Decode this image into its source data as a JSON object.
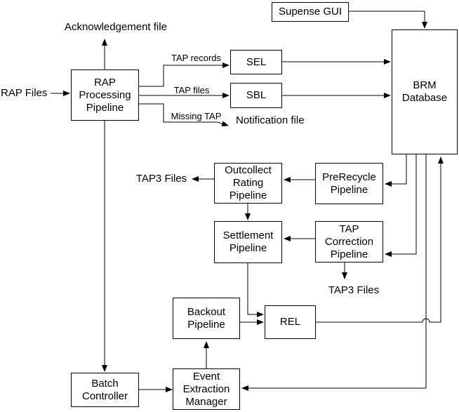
{
  "nodes": {
    "supense_gui": {
      "label": "Supense GUI"
    },
    "rap_processing_pipeline": {
      "label": "RAP\nProcessing\nPipeline"
    },
    "sel": {
      "label": "SEL"
    },
    "sbl": {
      "label": "SBL"
    },
    "brm_database": {
      "label": "BRM\nDatabase"
    },
    "outcollect_rating_pipeline": {
      "label": "Outcollect\nRating\nPipeline"
    },
    "prerecycle_pipeline": {
      "label": "PreRecycle\nPipeline"
    },
    "settlement_pipeline": {
      "label": "Settlement\nPipeline"
    },
    "tap_correction_pipeline": {
      "label": "TAP\nCorrection\nPipeline"
    },
    "backout_pipeline": {
      "label": "Backout\nPipeline"
    },
    "rel": {
      "label": "REL"
    },
    "batch_controller": {
      "label": "Batch\nController"
    },
    "event_extraction_manager": {
      "label": "Event\nExtraction\nManager"
    }
  },
  "labels": {
    "acknowledgement_file": "Acknowledgement file",
    "rap_files": "RAP Files",
    "tap_records": "TAP records",
    "tap_files": "TAP files",
    "missing_tap": "Missing TAP",
    "notification_file": "Notification file",
    "tap3_files_outcollect": "TAP3 Files",
    "tap3_files_correction": "TAP3 Files"
  },
  "colors": {
    "line": "#000000",
    "box_border": "#000000",
    "background": "#ffffff"
  }
}
